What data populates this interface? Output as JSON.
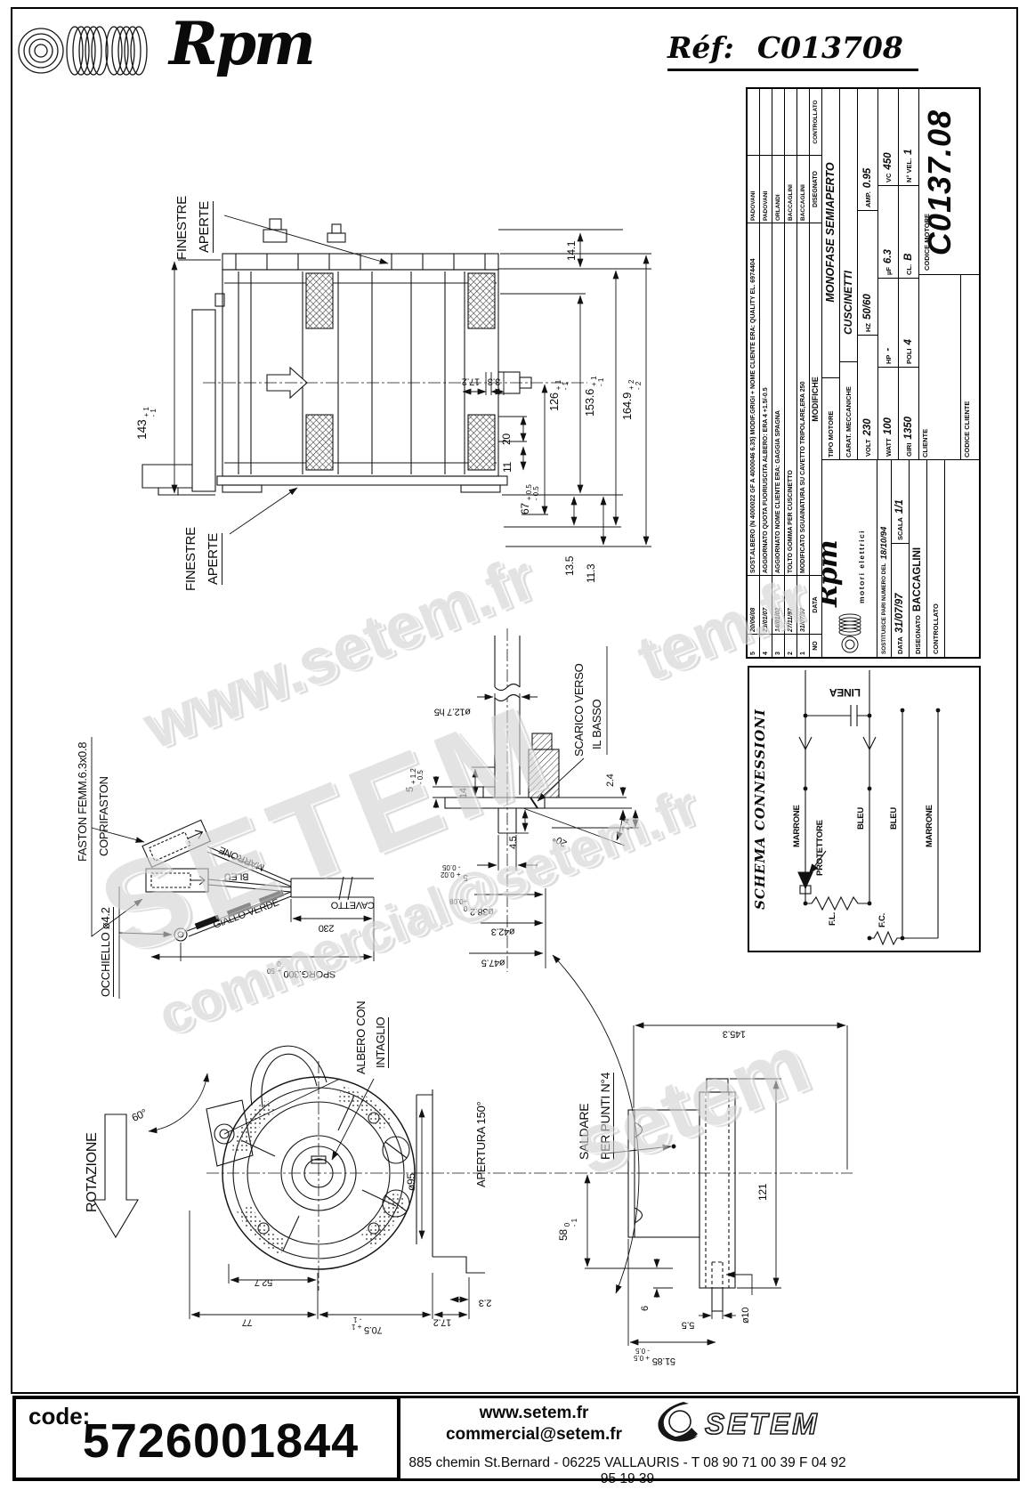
{
  "header": {
    "brand": "Rpm",
    "ref_label": "Réf:",
    "ref_value": "C013708"
  },
  "title_block": {
    "revisions": [
      {
        "no": "5",
        "date": "20/06/08",
        "desc": "SOST.ALBERO (N 4000022 GF A 4000046 6.35) MODIF.GRIGI + NOME CLIENTE ERA: QUALITY EL. 6974404",
        "by": "PADOVANI"
      },
      {
        "no": "4",
        "date": "23/01/07",
        "desc": "AGGIORNATO QUOTA FUORIUSCITA ALBERO: ERA 4 +1.5/-0.5",
        "by": "PADOVANI"
      },
      {
        "no": "3",
        "date": "14/01/02",
        "desc": "AGGIORNATO NOME CLIENTE ERA: GAGGIA SPAGNA",
        "by": "ORLANDI"
      },
      {
        "no": "2",
        "date": "27/11/97",
        "desc": "TOLTO GOMMA PER CUSCINETTO",
        "by": "BACCAGLINI"
      },
      {
        "no": "1",
        "date": "31/07/97",
        "desc": "MODIFICATO SGUAINATURA SU CAVETTO TRIPOLARE,ERA 250",
        "by": "BACCAGLINI"
      }
    ],
    "rev_no_h": "NO",
    "rev_data_h": "DATA",
    "rev_mod_h": "MODIFICHE",
    "rev_dis_h": "DISEGNATO",
    "rev_con_h": "CONTROLLATO",
    "logo_name": "Rpm",
    "logo_sub": "motori elettrici",
    "sost_label": "SOSTITUISCE PARI NUMERO DEL",
    "sost_value": "18/10/94",
    "data_label": "DATA",
    "data_value": "31/07/97",
    "scala_label": "SCALA",
    "scala_value": "1/1",
    "dis_label": "DISEGNATO",
    "dis_value": "BACCAGLINI",
    "con_label": "CONTROLLATO",
    "con_value": "",
    "tipo_label": "TIPO MOTORE",
    "tipo_value": "MONOFASE SEMIAPERTO",
    "carat_label": "CARAT. MECCANICHE",
    "carat_value": "CUSCINETTI",
    "specs": [
      {
        "label": "VOLT",
        "value": "230"
      },
      {
        "label": "HZ",
        "value": "50/60"
      },
      {
        "label": "AMP.",
        "value": "0.95"
      },
      {
        "label": "WATT",
        "value": "100"
      },
      {
        "label": "HP",
        "value": "-"
      },
      {
        "label": "µF",
        "value": "6.3"
      },
      {
        "label": "VC",
        "value": "450"
      },
      {
        "label": "GIRI",
        "value": "1350"
      },
      {
        "label": "POLI",
        "value": "4"
      },
      {
        "label": "CL.",
        "value": "B"
      },
      {
        "label": "N° VEL.",
        "value": "1"
      }
    ],
    "cliente_label": "CLIENTE",
    "cliente_value": "",
    "cod_cli_label": "CODICE CLIENTE",
    "cod_cli_value": "",
    "cod_mot_label": "CODICE MOTORE",
    "cod_mot_value": "C0137.08"
  },
  "schema": {
    "title": "SCHEMA CONNESSIONI",
    "linea": "LINEA",
    "marrone_1": "MARRONE",
    "protettore": "PROTETTORE",
    "bleu_1": "BLEU",
    "bleu_2": "BLEU",
    "marrone_2": "MARRONE",
    "fl": "F.L.",
    "fc": "F.C."
  },
  "dims": {
    "a": {
      "finestre1": "FINESTRE",
      "finestre2": "APERTE",
      "d143": {
        "v": "143",
        "hi": "+ 1",
        "lo": "- 1"
      },
      "d141": "14.1",
      "d126": {
        "v": "126",
        "hi": "+ 1",
        "lo": "- 1"
      },
      "d1536": {
        "v": "153.6",
        "hi": "+ 1",
        "lo": "- 1"
      },
      "d1649": {
        "v": "164.9",
        "hi": "+ 2",
        "lo": "- 2"
      },
      "d33": "3.3",
      "d172": "17.2",
      "d20": "20",
      "d11": "11",
      "d67": {
        "v": "67",
        "hi": "+ 0.5",
        "lo": "- 0.5"
      },
      "d135": "13.5",
      "d113": "11.3"
    },
    "b": {
      "d127": "ø12.7 h5",
      "d5a": {
        "v": "5",
        "hi": "+ 1.2",
        "lo": "- 0.5"
      },
      "d14": "14",
      "d45": "4.5",
      "d5b": {
        "v": "5",
        "hi": "+ 0.02",
        "lo": "- 0.05"
      },
      "d382": {
        "v": "ø38.2",
        "hi": "0",
        "lo": "+0.08"
      },
      "d423": "ø42.3",
      "d475": "ø47.5",
      "d24": "2.4",
      "d74": "7.4",
      "a20": "20°",
      "scarico1": "SCARICO VERSO",
      "scarico2": "IL BASSO"
    },
    "cable": {
      "faston": "FASTON FEMM.6.3x0.8",
      "copri": "COPRIFASTON",
      "marrone": "MARRONE",
      "bleu": "BLEU",
      "gv": "GIALLO-VERDE",
      "cavetto": "CAVETTO",
      "d230": "230",
      "sporg": {
        "v": "SPORG.300",
        "hi": "+ 50",
        "lo": "0"
      },
      "occhiello": "OCCHIELLO ø4.2"
    },
    "c": {
      "rotazione": "ROTAZIONE",
      "a60": "60°",
      "albero1": "ALBERO CON",
      "albero2": "INTAGLIO",
      "apertura": "APERTURA 150°",
      "d95": "ø95",
      "d527": "52.7",
      "d77": "77",
      "d705": {
        "v": "70.5",
        "hi": "+ 1",
        "lo": "- 1"
      },
      "d172": "17.2",
      "d23": "2.3"
    },
    "d": {
      "saldare1": "SALDARE",
      "saldare2": "PER PUNTI N°4",
      "d1453": "145.3",
      "d121": "121",
      "d58": {
        "v": "58",
        "hi": "0",
        "lo": "- 1"
      },
      "d6": "6",
      "d10": "ø10",
      "d55": "5.5",
      "d5185": {
        "v": "51.85",
        "hi": "+ 0.5",
        "lo": "- 0.5"
      }
    }
  },
  "footer": {
    "code_label": "code:",
    "code_value": "5726001844",
    "website": "www.setem.fr",
    "email": "commercial@setem.fr",
    "address": "885 chemin St.Bernard  -  06225 VALLAURIS  -  T 08 90 71 00 39   F 04 92 95 19 39",
    "logo_text": "SETEM"
  },
  "watermark": {
    "w1": "www.setem.fr",
    "w2": "SETEM",
    "w3": "commercial@setem.fr",
    "w4": "tem.fr",
    "w5": "setem"
  }
}
